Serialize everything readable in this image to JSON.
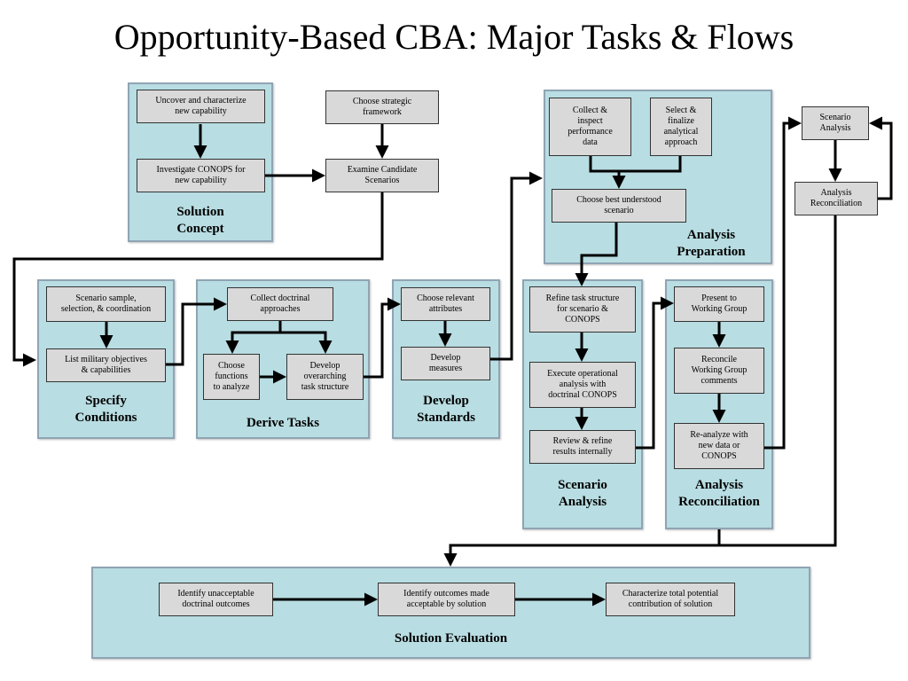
{
  "title": "Opportunity-Based CBA:  Major Tasks & Flows",
  "panels": {
    "solution_concept": "Solution\nConcept",
    "specify_conditions": "Specify\nConditions",
    "derive_tasks": "Derive Tasks",
    "develop_standards": "Develop\nStandards",
    "analysis_preparation": "Analysis\nPreparation",
    "scenario_analysis": "Scenario\nAnalysis",
    "analysis_reconciliation": "Analysis\nReconciliation",
    "solution_evaluation": "Solution Evaluation"
  },
  "boxes": {
    "uncover": "Uncover and characterize\nnew capability",
    "investigate": "Investigate CONOPS for\nnew capability",
    "choose_framework": "Choose strategic\nframework",
    "examine": "Examine Candidate\nScenarios",
    "collect_data": "Collect &\ninspect\nperformance\ndata",
    "select_approach": "Select &\nfinalize\nanalytical\napproach",
    "choose_scenario": "Choose best understood\nscenario",
    "scenario_analysis_small": "Scenario\nAnalysis",
    "analysis_reconciliation_small": "Analysis\nReconciliation",
    "scenario_sample": "Scenario sample,\nselection, & coordination",
    "list_objectives": "List military objectives\n& capabilities",
    "collect_doctrinal": "Collect doctrinal\napproaches",
    "choose_functions": "Choose\nfunctions\nto analyze",
    "develop_overarching": "Develop\noverarching\ntask structure",
    "choose_attributes": "Choose relevant\nattributes",
    "develop_measures": "Develop\nmeasures",
    "refine_task": "Refine task structure\nfor scenario &\nCONOPS",
    "execute": "Execute operational\nanalysis with\ndoctrinal CONOPS",
    "review": "Review & refine\nresults internally",
    "present": "Present to\nWorking Group",
    "reconcile": "Reconcile\nWorking Group\ncomments",
    "reanalyze": "Re-analyze with\nnew data or\nCONOPS",
    "identify_unacceptable": "Identify unacceptable\ndoctrinal outcomes",
    "identify_acceptable": "Identify outcomes made\nacceptable by solution",
    "characterize": "Characterize total potential\ncontribution of solution"
  },
  "colors": {
    "panel_fill": "#b8dde2",
    "panel_border": "#8fa4b3",
    "box_fill": "#d9d9d9",
    "arrow": "#000000"
  }
}
